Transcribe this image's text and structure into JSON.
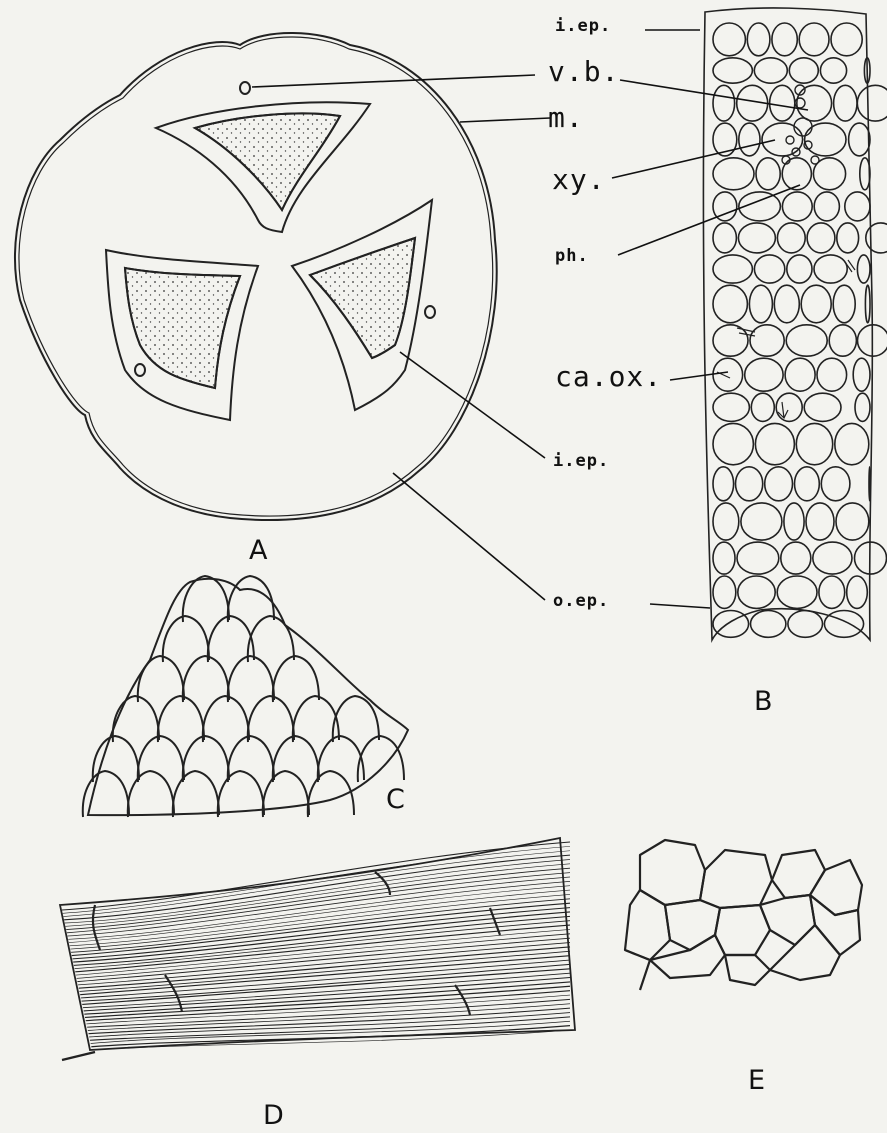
{
  "figure_labels": {
    "a": "A",
    "b": "B",
    "c": "C",
    "d": "D",
    "e": "E"
  },
  "callouts": {
    "inner_epidermis_top": "i.ep.",
    "vascular_bundle": "v.b.",
    "mesophyll": "m.",
    "xylem": "xy.",
    "phloem": "ph.",
    "calcium_oxalate": "ca.ox.",
    "inner_epidermis_a": "i.ep.",
    "outer_epidermis": "o.ep."
  }
}
